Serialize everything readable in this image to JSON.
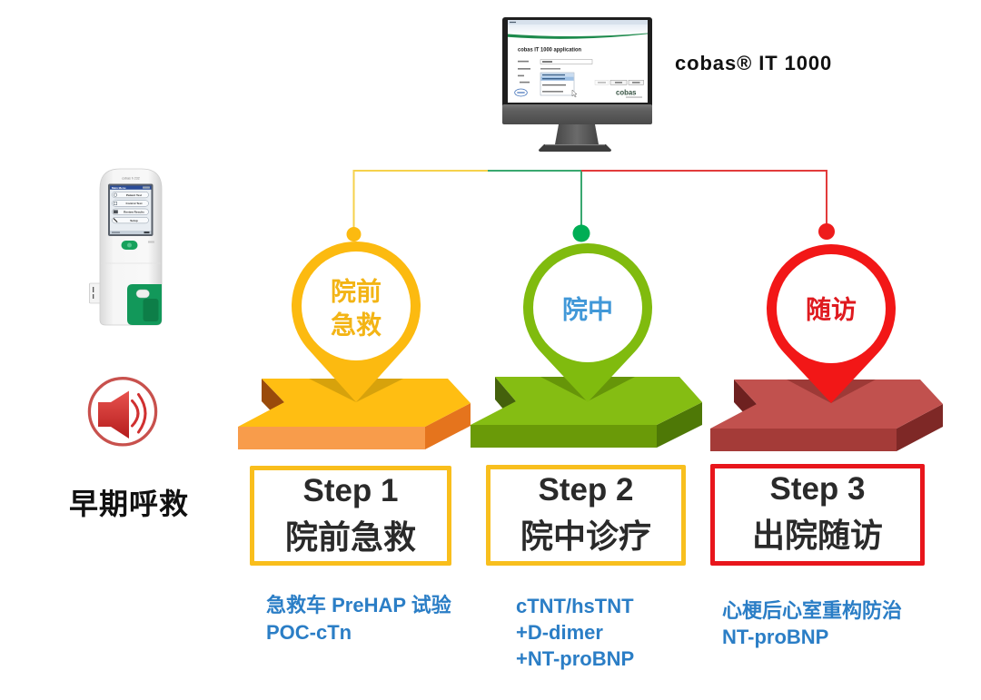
{
  "monitor": {
    "caption": "cobas® IT 1000",
    "screen": {
      "heading": "cobas IT 1000 application",
      "logo": "cobas"
    }
  },
  "handheld": {
    "model_label": "cobas h 232",
    "screen": {
      "header": "Main Menu",
      "menu_items": [
        {
          "label": "Patient Test",
          "icon": "patient-test-icon"
        },
        {
          "label": "Control Test",
          "icon": "control-test-icon"
        },
        {
          "label": "Review Results",
          "icon": "results-list-icon"
        },
        {
          "label": "Setup",
          "icon": "wrench-icon"
        }
      ]
    }
  },
  "emergency_call": {
    "icon": "speaker-icon",
    "label": "早期呼救"
  },
  "detail_text_color": "#2B7EC6",
  "steps": [
    {
      "pin_label_lines": [
        "院前",
        "急救"
      ],
      "title": "Step 1",
      "name": "院前急救",
      "details": [
        "急救车 PreHAP 试验",
        "POC-cTn"
      ],
      "theme": {
        "pin": "#FCBA10",
        "pin_text": "#F3B415",
        "connector": "#F6D24C",
        "dot": "#FCBA10",
        "box_border": "#F9BE1C"
      }
    },
    {
      "pin_label_lines": [
        "院中"
      ],
      "title": "Step 2",
      "name": "院中诊疗",
      "details": [
        "cTNT/hsTNT",
        "+D-dimer",
        "+NT-proBNP"
      ],
      "theme": {
        "pin": "#80BB0E",
        "pin_text": "#4198D8",
        "connector": "#3AA870",
        "dot": "#00AE55",
        "box_border": "#F8BF1E"
      }
    },
    {
      "pin_label_lines": [
        "随访"
      ],
      "title": "Step 3",
      "name": "出院随访",
      "details": [
        "心梗后心室重构防治",
        "NT-proBNP"
      ],
      "theme": {
        "pin": "#F21717",
        "pin_text": "#DF1A1F",
        "connector": "#E23B3B",
        "dot": "#EE1C1C",
        "box_border": "#E8161C"
      }
    }
  ]
}
